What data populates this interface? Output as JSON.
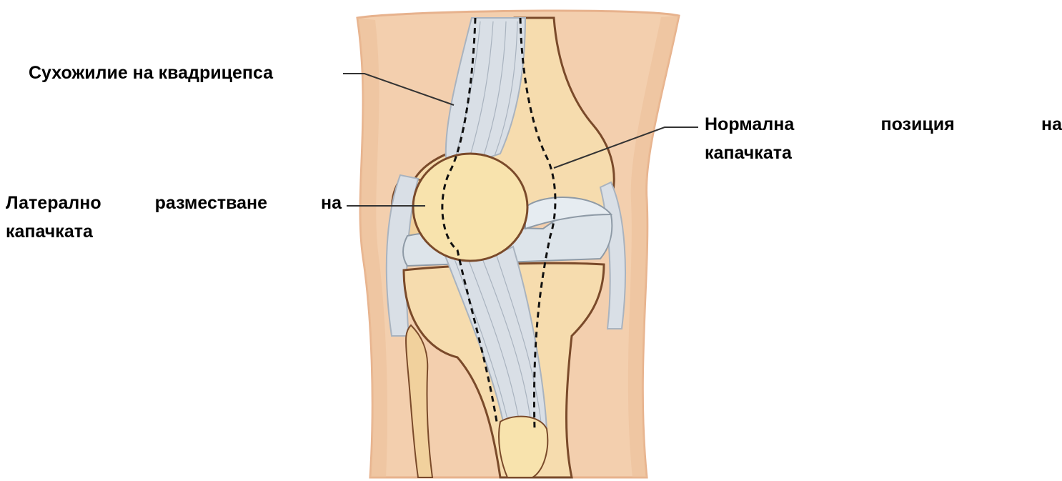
{
  "labels": {
    "quadriceps_tendon": "Сухожилие на квадрицепса",
    "normal_position": {
      "word1": "Нормална",
      "word2": "позиция",
      "word3": "на",
      "line2": "капачката"
    },
    "lateral_displacement": {
      "word1": "Латерално",
      "word2": "разместване",
      "word3": "на",
      "line2": "капачката"
    }
  },
  "colors": {
    "skin": "#f3cfae",
    "skin_shadow": "#e7b28d",
    "bone": "#f6dcae",
    "bone_dark": "#e9c288",
    "patella": "#f8e3ad",
    "tendon": "#d9dfe6",
    "tendon_line": "#a9b3bf",
    "cartilage": "#dde4ea",
    "outline": "#7a4a2a",
    "leader_line": "#333333",
    "text": "#000000"
  }
}
